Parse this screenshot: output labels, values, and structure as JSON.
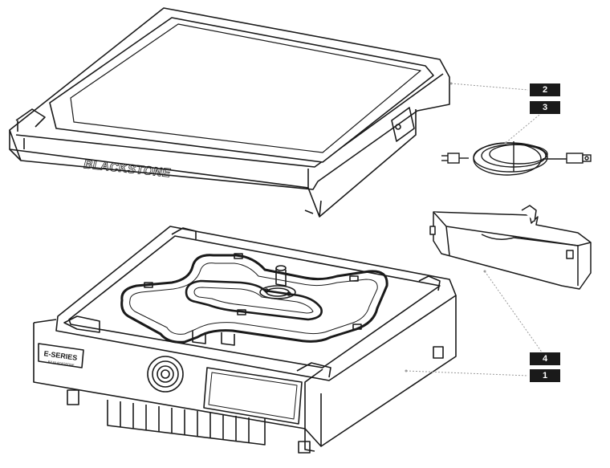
{
  "diagram": {
    "brand_logo": "BLACKSTONE",
    "control_panel_logo": "E-SERIES",
    "control_panel_sub": "BY BLACKSTONE"
  },
  "parts": [
    {
      "id": "1",
      "label": "1",
      "name": "base-heating-unit"
    },
    {
      "id": "2",
      "label": "2",
      "name": "griddle-lid"
    },
    {
      "id": "3",
      "label": "3",
      "name": "power-cord"
    },
    {
      "id": "4",
      "label": "4",
      "name": "grease-tray"
    }
  ]
}
